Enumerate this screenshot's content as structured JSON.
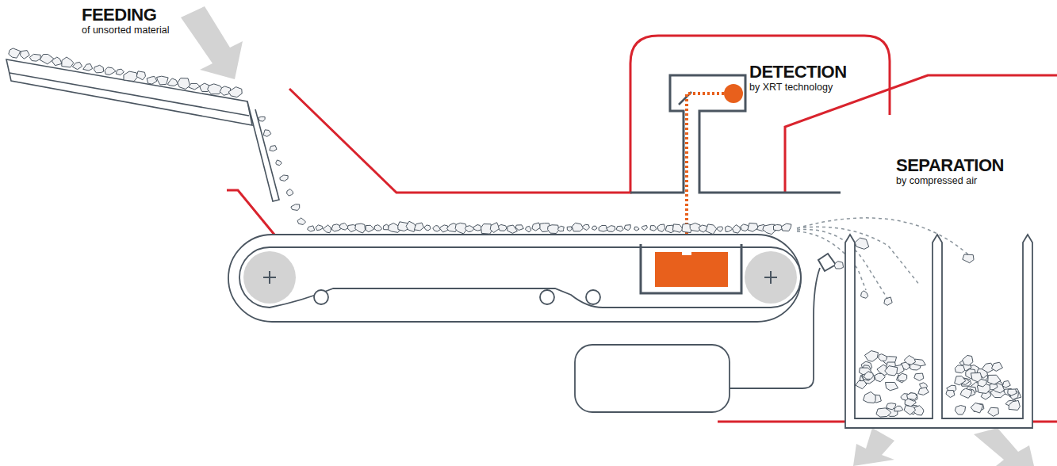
{
  "diagram": {
    "labels": [
      "FEEDING",
      "of unsorted material",
      "DETECTION",
      "by XRT technology",
      "SEPARATION",
      "by compressed air"
    ]
  }
}
